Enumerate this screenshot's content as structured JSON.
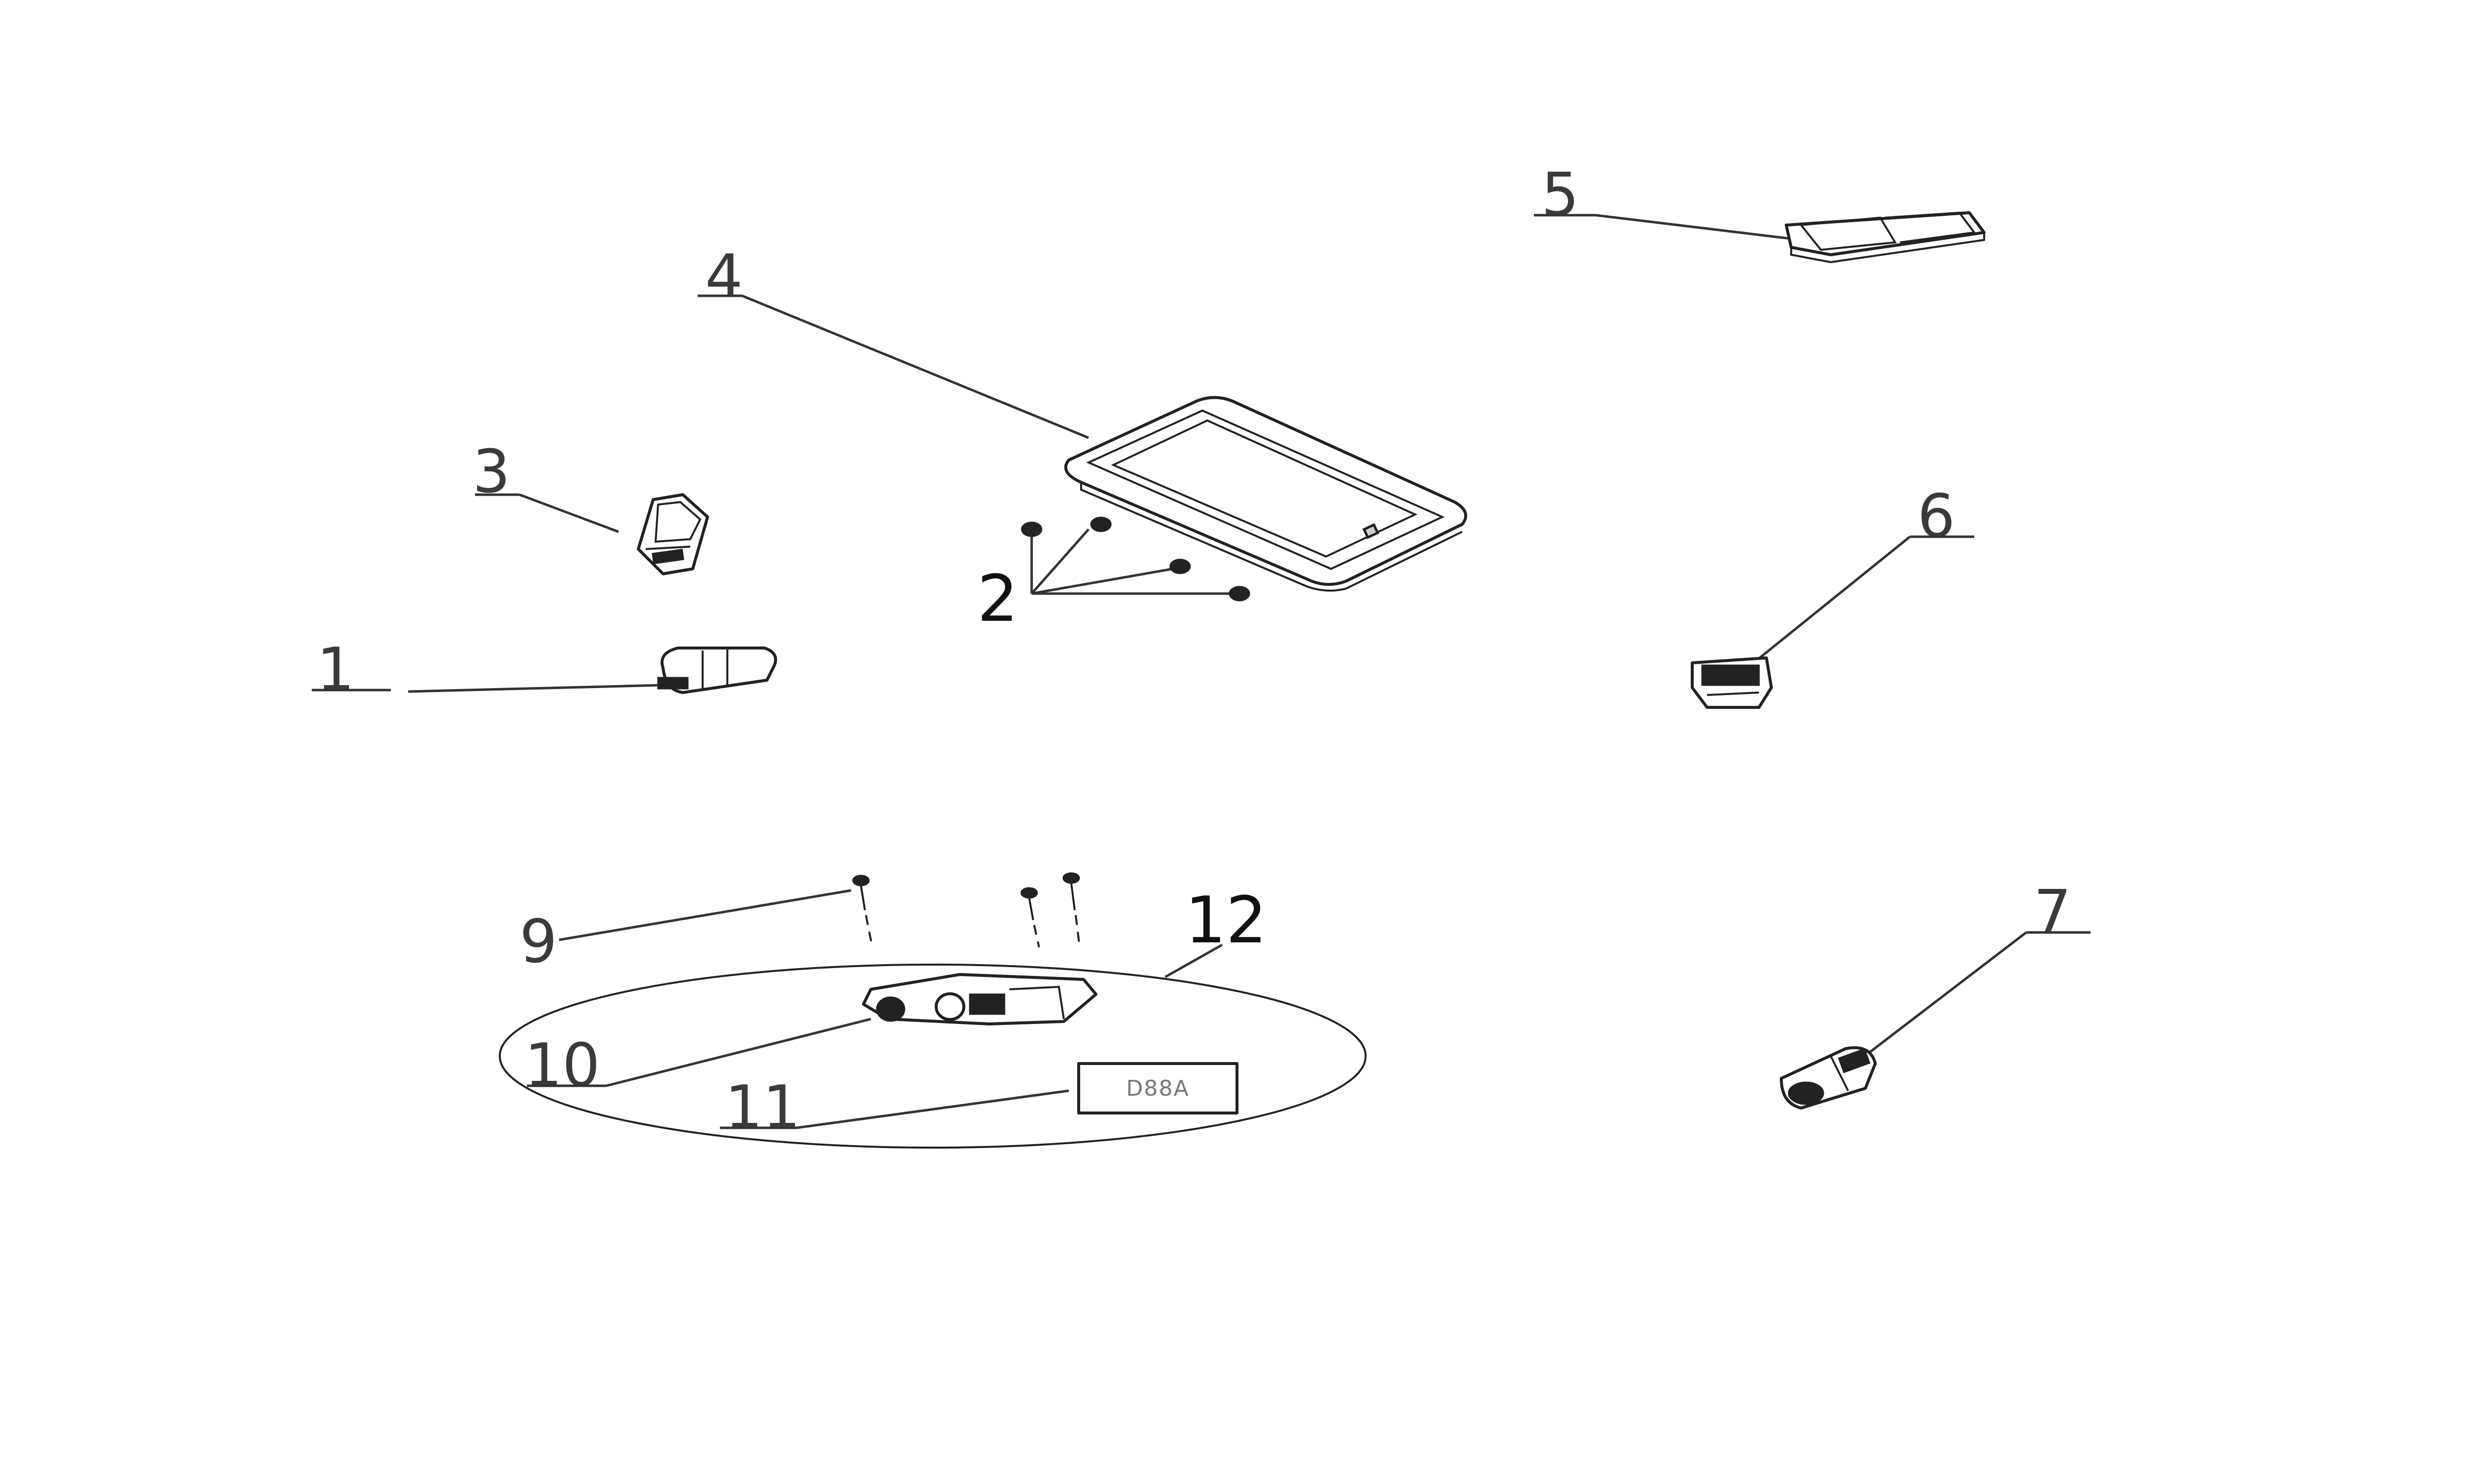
{
  "diagram": {
    "callouts": [
      {
        "id": "1",
        "label": "1"
      },
      {
        "id": "2",
        "label": "2"
      },
      {
        "id": "3",
        "label": "3"
      },
      {
        "id": "4",
        "label": "4"
      },
      {
        "id": "5",
        "label": "5"
      },
      {
        "id": "6",
        "label": "6"
      },
      {
        "id": "7",
        "label": "7"
      },
      {
        "id": "9",
        "label": "9"
      },
      {
        "id": "10",
        "label": "10"
      },
      {
        "id": "11",
        "label": "11"
      },
      {
        "id": "12",
        "label": "12"
      }
    ],
    "tag_text": "D88A"
  }
}
